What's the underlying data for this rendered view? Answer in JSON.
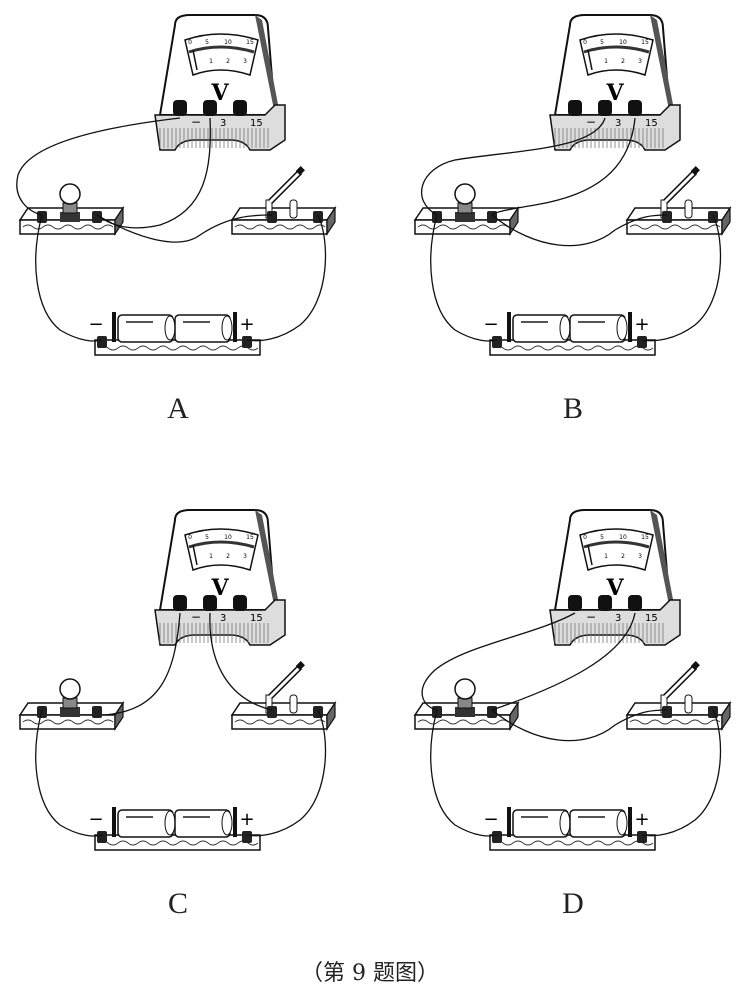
{
  "panels": [
    {
      "label": "A"
    },
    {
      "label": "B"
    },
    {
      "label": "C"
    },
    {
      "label": "D"
    }
  ],
  "voltmeter": {
    "symbol": "V",
    "scale_top": [
      "0",
      "5",
      "10",
      "15"
    ],
    "scale_bottom": [
      "1",
      "2",
      "3"
    ],
    "terminals": [
      "−",
      "3",
      "15"
    ]
  },
  "battery": {
    "neg": "−",
    "pos": "+"
  },
  "caption": "（第 9 题图）"
}
